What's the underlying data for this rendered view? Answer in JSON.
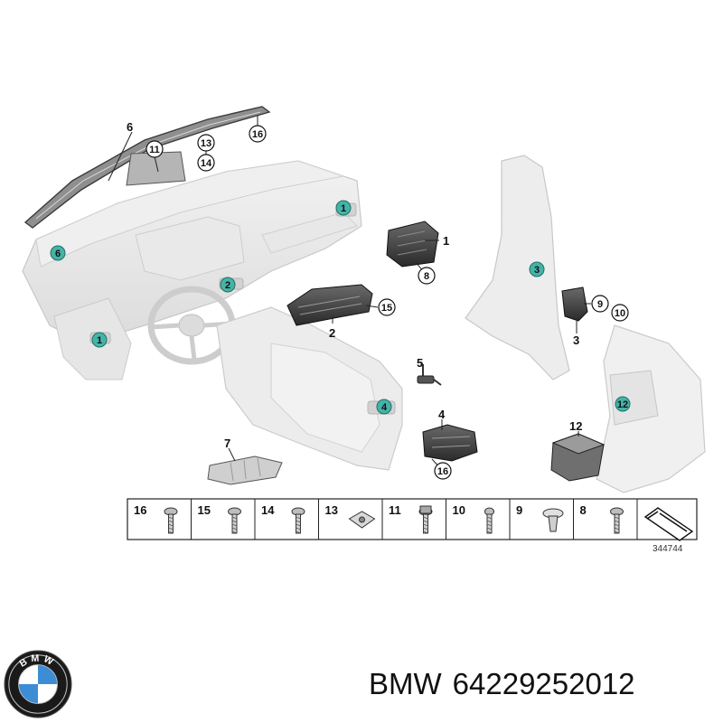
{
  "callouts_plain": [
    {
      "id": "p6",
      "label": "6"
    },
    {
      "id": "p1",
      "label": "1"
    },
    {
      "id": "p2",
      "label": "2"
    },
    {
      "id": "p3",
      "label": "3"
    },
    {
      "id": "p4",
      "label": "4"
    },
    {
      "id": "p5",
      "label": "5"
    },
    {
      "id": "p7",
      "label": "7"
    },
    {
      "id": "p12",
      "label": "12"
    }
  ],
  "callouts_circled": [
    {
      "id": "c11",
      "label": "11"
    },
    {
      "id": "c13",
      "label": "13"
    },
    {
      "id": "c14",
      "label": "14"
    },
    {
      "id": "c16a",
      "label": "16"
    },
    {
      "id": "c8",
      "label": "8"
    },
    {
      "id": "c15",
      "label": "15"
    },
    {
      "id": "c9",
      "label": "9"
    },
    {
      "id": "c10",
      "label": "10"
    },
    {
      "id": "c16b",
      "label": "16"
    }
  ],
  "callouts_teal": [
    {
      "id": "t1a",
      "label": "1"
    },
    {
      "id": "t6",
      "label": "6"
    },
    {
      "id": "t2",
      "label": "2"
    },
    {
      "id": "t1b",
      "label": "1"
    },
    {
      "id": "t3",
      "label": "3"
    },
    {
      "id": "t4",
      "label": "4"
    },
    {
      "id": "t12",
      "label": "12"
    }
  ],
  "parts_strip": [
    {
      "label": "16",
      "kind": "screw-flat"
    },
    {
      "label": "15",
      "kind": "screw-tapping"
    },
    {
      "label": "14",
      "kind": "screw-flat"
    },
    {
      "label": "13",
      "kind": "clip-nut"
    },
    {
      "label": "11",
      "kind": "bolt-hex"
    },
    {
      "label": "10",
      "kind": "screw-small"
    },
    {
      "label": "9",
      "kind": "expansion-rivet"
    },
    {
      "label": "8",
      "kind": "screw-tapping"
    }
  ],
  "diagram_ref": "344744",
  "brand": {
    "name": "BMW",
    "part_number": "64229252012",
    "logo_letters": "BMW"
  },
  "colors": {
    "teal": "#45b3a6",
    "line": "#333333",
    "part_fill": "#e8e8e8",
    "part_dark": "#3a3a3a"
  }
}
